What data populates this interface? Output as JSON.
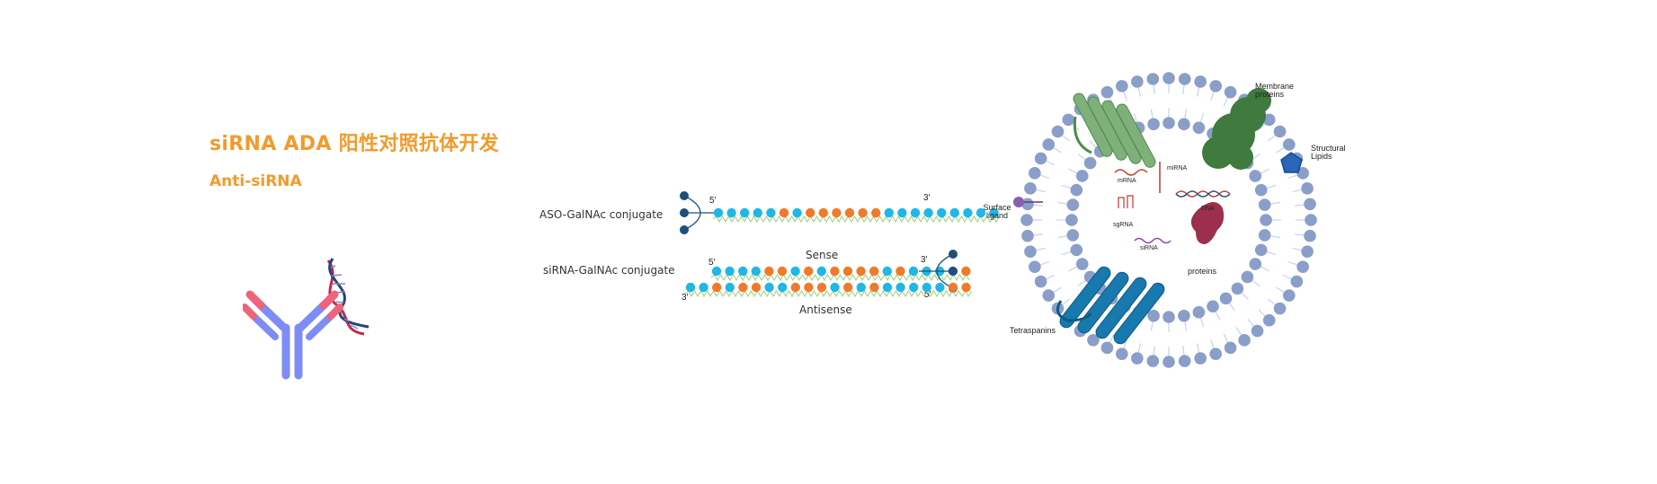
{
  "heading": {
    "title": "siRNA ADA 阳性对照抗体开发",
    "subtitle": "Anti-siRNA"
  },
  "colors": {
    "accent_orange": "#f39a2b",
    "antibody_blue": "#7d8cf6",
    "antibody_pink": "#f0637d",
    "nucleotide_cyan": "#1fb7e6",
    "nucleotide_orange": "#f07a2a",
    "linker_navy": "#1f4e79",
    "membrane_lipid": "#8a9ec9",
    "protein_green": "#3f7a3e",
    "tetraspanin_blue": "#1779ad",
    "protein_red": "#9c2f4e"
  },
  "conjugates": {
    "aso_label": "ASO-GalNAc conjugate",
    "sirna_label": "siRNA-GalNAc conjugate",
    "sense_label": "Sense",
    "antisense_label": "Antisense",
    "five_prime": "5′",
    "three_prime": "3′"
  },
  "vesicle": {
    "membrane_proteins": "Membrane proteins",
    "structural_lipids": "Structural Lipids",
    "surface_ligand": "Surface ligand",
    "tetraspanins": "Tetraspanins",
    "mirna": "miRNA",
    "mrna": "mRNA",
    "sgrna": "sgRNA",
    "dna": "DNA",
    "sirna": "siRNA",
    "proteins": "proteins"
  }
}
